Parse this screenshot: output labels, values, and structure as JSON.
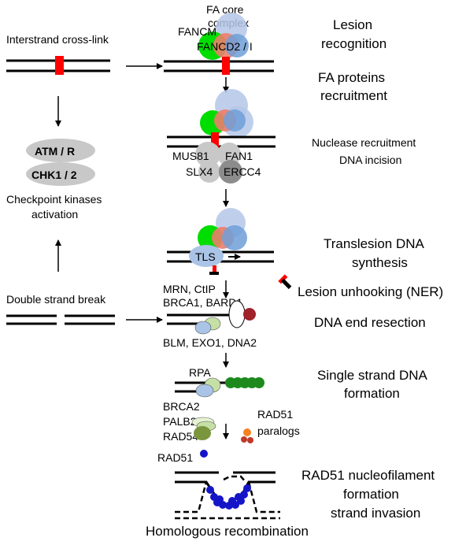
{
  "labels": {
    "interstrand": "Interstrand cross-link",
    "fa_core_line1": "FA core",
    "fa_core_line2": "complex",
    "fancm": "FANCM",
    "fancd2": "FANCD2 / I",
    "atm": "ATM / R",
    "chk1": "CHK1  / 2",
    "checkpoint_line1": "Checkpoint kinases",
    "checkpoint_line2": "activation",
    "mus81": "MUS81",
    "fan1": "FAN1",
    "slx4": "SLX4",
    "ercc4": "ERCC4",
    "tls": "TLS",
    "dsb": "Double strand break",
    "mrn": "MRN, CtIP",
    "brca1": "BRCA1, BARD1",
    "blm": "BLM, EXO1, DNA2",
    "rpa": "RPA",
    "brca2": "BRCA2",
    "palb2": "PALB2",
    "rad54": "RAD54",
    "rad51_paralogs_line1": "RAD51",
    "rad51_paralogs_line2": "paralogs",
    "rad51": "RAD51",
    "homologous": "Homologous recombination"
  },
  "steps": [
    {
      "line1": "Lesion",
      "line2": "recognition"
    },
    {
      "line1": "FA proteins",
      "line2": "recruitment"
    },
    {
      "line1": "Nuclease recruitment",
      "line2": "DNA incision"
    },
    {
      "line1": "Translesion DNA",
      "line2": "synthesis"
    },
    {
      "line1": "Lesion unhooking (NER)",
      "line2": ""
    },
    {
      "line1": "DNA end resection",
      "line2": ""
    },
    {
      "line1": "Single strand DNA",
      "line2": "formation"
    },
    {
      "line1": "RAD51 nucleofilament",
      "line2": "formation"
    },
    {
      "line1": "strand invasion",
      "line2": ""
    }
  ],
  "colors": {
    "lesion": "#ff0000",
    "fancm": "#00dd00",
    "core_complex": "#b4c7e7",
    "fancd2": "#ed7d6b",
    "fanci": "#6f9fd8",
    "kinase": "#c8c8c8",
    "nuclease_light": "#c8c8c8",
    "nuclease_dark": "#8c8c8c",
    "mre11": "#a0222a",
    "resection": "#a9c4e6",
    "rpa": "#1e8a1e",
    "brca2": "#e6f3d1",
    "palb2": "#c5e0a5",
    "rad54": "#7a963c",
    "paralog_orange": "#f58220",
    "paralog_red": "#c0392b",
    "rad51": "#1515c8"
  }
}
